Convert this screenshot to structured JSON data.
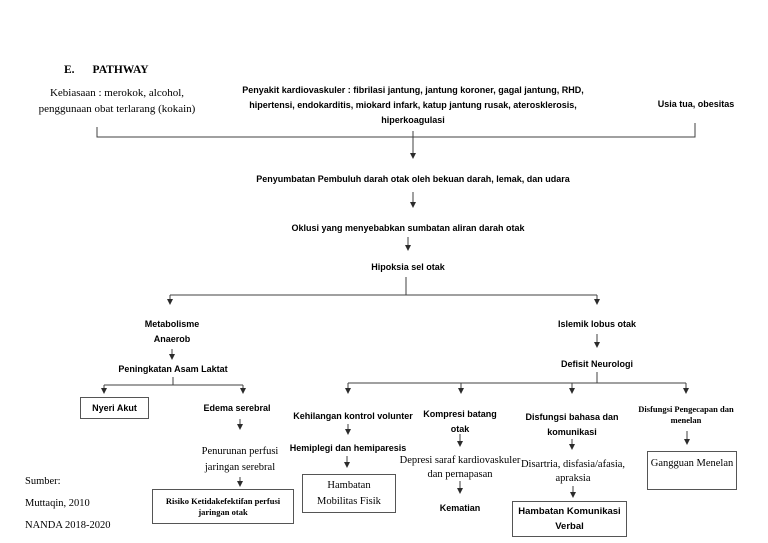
{
  "colors": {
    "background": "#ffffff",
    "text": "#000000",
    "line": "#404040",
    "box_border": "#555555"
  },
  "heading": {
    "label": "E.",
    "title": "PATHWAY"
  },
  "nodes": {
    "kebiasaan": [
      "Kebiasaan : merokok, alcohol,",
      "penggunaan obat terlarang (kokain)"
    ],
    "penyakit": [
      "Penyakit kardiovaskuler : fibrilasi jantung, jantung koroner, gagal jantung, RHD,",
      "hipertensi, endokarditis, miokard infark, katup jantung rusak, aterosklerosis,",
      "hiperkoagulasi"
    ],
    "usia": "Usia tua, obesitas",
    "penyumbatan": "Penyumbatan Pembuluh darah otak oleh bekuan darah, lemak, dan udara",
    "oklusi": "Oklusi yang menyebabkan sumbatan aliran darah otak",
    "hipoksia": "Hipoksia sel otak",
    "metabolisme": [
      "Metabolisme",
      "Anaerob"
    ],
    "islemik": "Islemik lobus otak",
    "defisit": "Defisit Neurologi",
    "peningkatan": "Peningkatan Asam Laktat",
    "nyeri": "Nyeri Akut",
    "edema": "Edema serebral",
    "penurunan": [
      "Penurunan perfusi",
      "jaringan serebral"
    ],
    "risiko": [
      "Risiko Ketidakefektifan perfusi",
      "jaringan otak"
    ],
    "kehilangan": "Kehilangan kontrol volunter",
    "hemiplegi": "Hemiplegi dan hemiparesis",
    "mobilitas": [
      "Hambatan",
      "Mobilitas Fisik"
    ],
    "kompresi": [
      "Kompresi batang",
      "otak"
    ],
    "depresi": [
      "Depresi saraf kardiovaskuler",
      "dan pernapasan"
    ],
    "kematian": "Kematian",
    "bahasa": [
      "Disfungsi bahasa dan",
      "komunikasi"
    ],
    "disartria": [
      "Disartria, disfasia/afasia,",
      "apraksia"
    ],
    "komunikasi_verbal": [
      "Hambatan Komunikasi",
      "Verbal"
    ],
    "pengecapan": [
      "Disfungsi Pengecapan dan",
      "menelan"
    ],
    "gangguan": "Gangguan Menelan"
  },
  "source": [
    "Sumber:",
    "Muttaqin, 2010",
    "NANDA 2018-2020"
  ]
}
